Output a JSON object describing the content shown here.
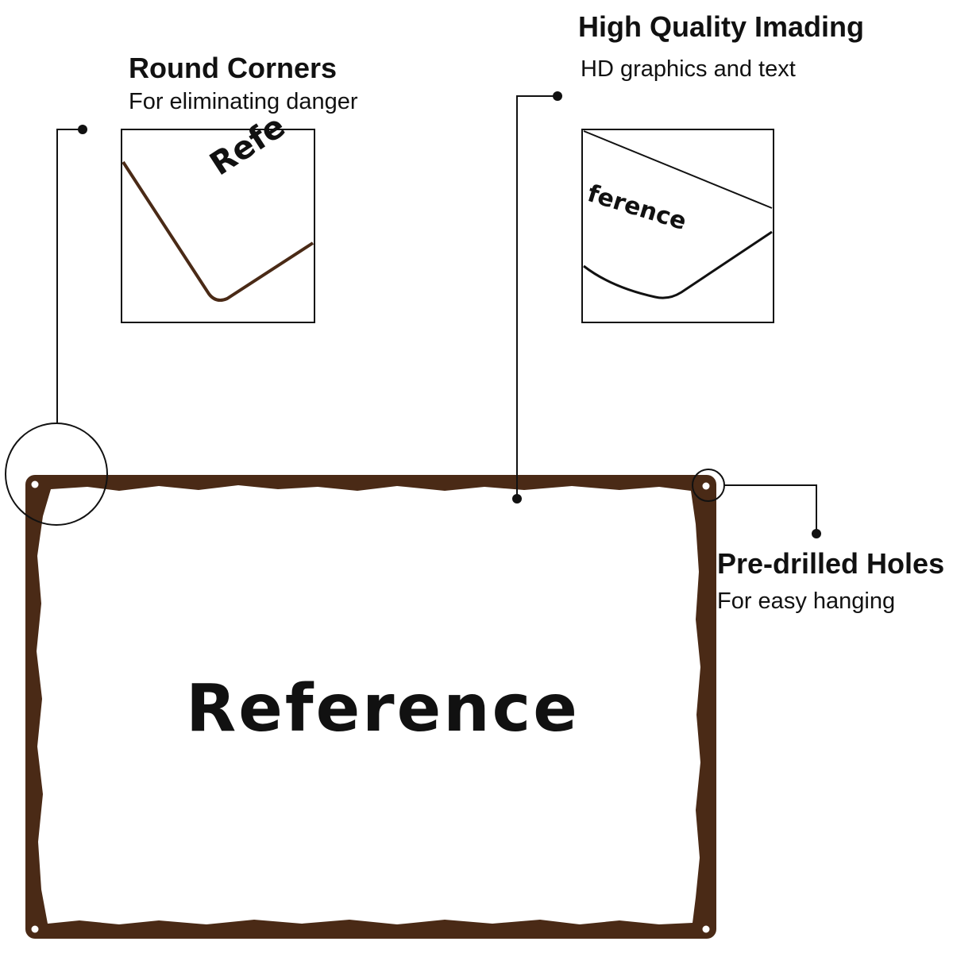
{
  "callouts": {
    "round_corners": {
      "title": "Round Corners",
      "subtitle": "For eliminating danger"
    },
    "high_quality": {
      "title": "High Quality Imading",
      "subtitle": "HD graphics and text"
    },
    "pre_drilled": {
      "title": "Pre-drilled Holes",
      "subtitle": "For easy hanging"
    }
  },
  "sign": {
    "text": "Reference",
    "zoom_left_text": "Refe",
    "zoom_right_text": "ference"
  },
  "colors": {
    "frame": "#4a2a16",
    "line": "#111111",
    "sign_face": "#ffffff"
  }
}
